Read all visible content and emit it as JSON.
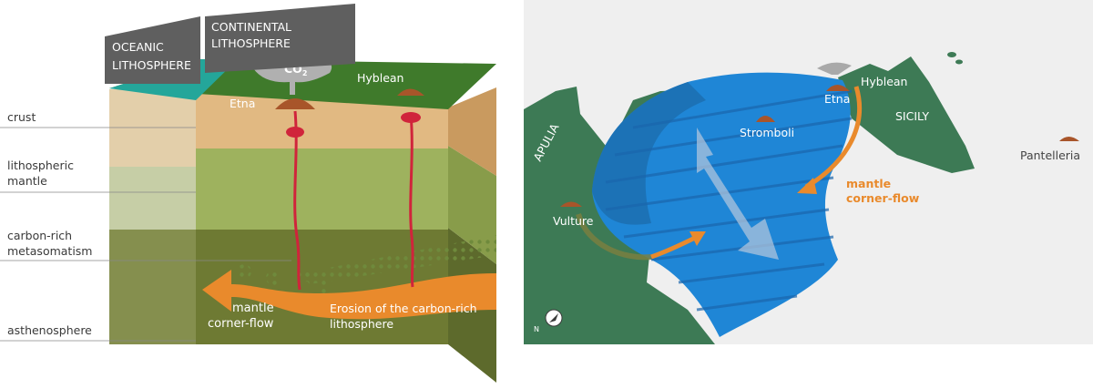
{
  "left_panel": {
    "boxes": {
      "oceanic": [
        "OCEANIC",
        "LITHOSPHERE"
      ],
      "continental": [
        "CONTINENTAL",
        "LITHOSPHERE"
      ]
    },
    "gas": {
      "main": "CO",
      "sub": "2"
    },
    "volcanoes": {
      "etna": "Etna",
      "hyblean": "Hyblean"
    },
    "layers": {
      "crust": "crust",
      "lithospheric_mantle": [
        "lithospheric",
        "mantle"
      ],
      "metasomatism": [
        "carbon-rich",
        "metasomatism"
      ],
      "asthenosphere": "asthenosphere"
    },
    "flow": {
      "mantle_corner_flow": [
        "mantle",
        "corner-flow"
      ],
      "erosion": [
        "Erosion of the carbon-rich",
        "lithosphere"
      ]
    },
    "colors": {
      "ocean_top": "#24a69a",
      "land_top": "#3f7a2b",
      "crust": "#e1b982",
      "mantle": "#9eb25e",
      "asthenosphere": "#6e7a33",
      "magma": "#d0243b",
      "flow": "#e98a2c",
      "label_box": "#5f5f5f"
    }
  },
  "right_panel": {
    "places": {
      "apulia": "APULIA",
      "sicily": "SICILY",
      "etna": "Etna",
      "hyblean": "Hyblean",
      "stromboli": "Stromboli",
      "vulture": "Vulture",
      "pantelleria": "Pantelleria"
    },
    "flow_label": [
      "mantle",
      "corner-flow"
    ],
    "compass": "N",
    "colors": {
      "sea": "#efefef",
      "land": "#3d7a55",
      "slab": "#1f86d6",
      "flow": "#e98a2c",
      "volcano": "#a8552a"
    }
  }
}
